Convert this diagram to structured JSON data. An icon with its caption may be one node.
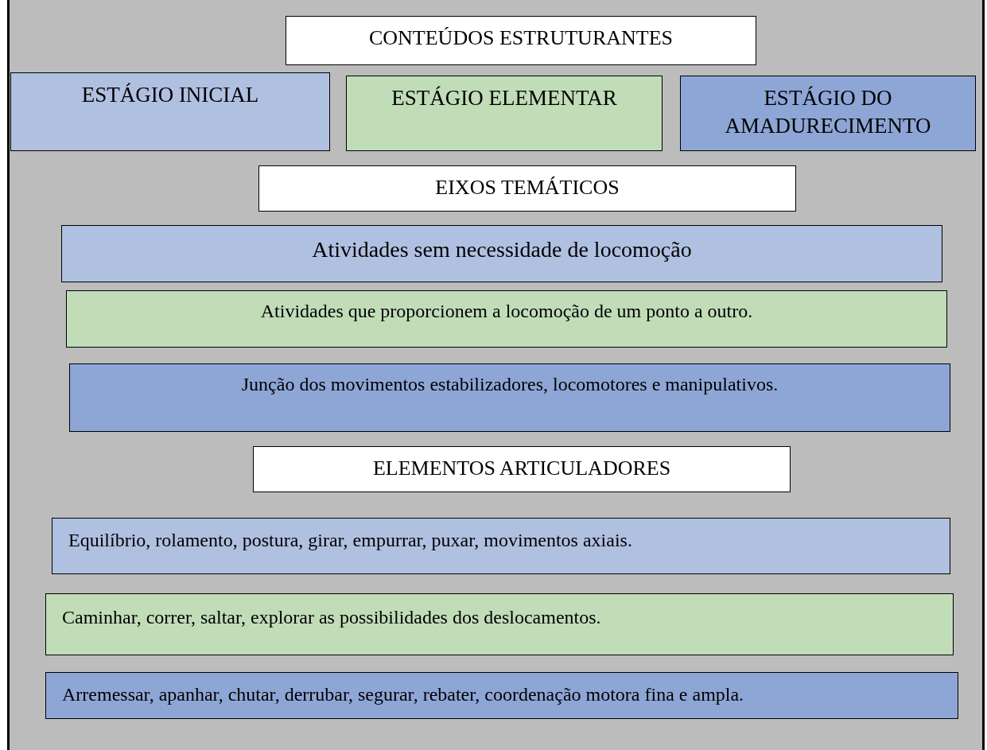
{
  "diagram": {
    "nodes": [
      {
        "text": [
          "CONTEÚDOS ESTRUTURANTES"
        ]
      },
      {
        "text": [
          "ESTÁGIO INICIAL"
        ]
      },
      {
        "text": [
          "ESTÁGIO ELEMENTAR"
        ]
      },
      {
        "text": [
          "ESTÁGIO DO AMADURECIMENTO"
        ]
      },
      {
        "text": [
          "EIXOS TEMÁTICOS"
        ]
      },
      {
        "text": [
          "Atividades sem necessidade de locomoção"
        ]
      },
      {
        "text": [
          "Atividades que proporcionem a locomoção de um ponto a outro."
        ]
      },
      {
        "text": [
          "Junção dos movimentos estabilizadores, locomotores e manipulativos."
        ]
      },
      {
        "text": [
          "ELEMENTOS ARTICULADORES"
        ]
      },
      {
        "text": [
          "Equilíbrio, rolamento, postura, girar, empurrar, puxar, movimentos axiais."
        ]
      },
      {
        "text": [
          "Caminhar, correr, saltar, explorar as possibilidades dos deslocamentos."
        ]
      },
      {
        "text": [
          "Arremessar, apanhar, chutar, derrubar, segurar, rebater, coordenação motora fina e ampla."
        ]
      }
    ],
    "edges": []
  }
}
